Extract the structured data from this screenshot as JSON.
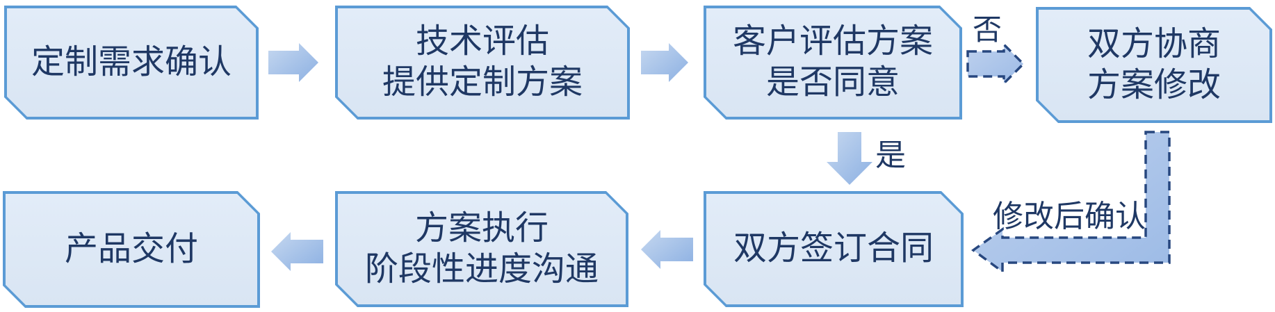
{
  "diagram": {
    "title": "custom-order-process-flowchart",
    "steps": [
      {
        "id": "requirement-confirmation",
        "line1": "定制需求确认",
        "line2": ""
      },
      {
        "id": "technical-evaluation",
        "line1": "技术评估",
        "line2": "提供定制方案"
      },
      {
        "id": "customer-evaluation",
        "line1": "客户评估方案",
        "line2": "是否同意"
      },
      {
        "id": "negotiation-modification",
        "line1": "双方协商",
        "line2": "方案修改"
      },
      {
        "id": "sign-contract",
        "line1": "双方签订合同",
        "line2": ""
      },
      {
        "id": "plan-execution",
        "line1": "方案执行",
        "line2": "阶段性进度沟通"
      },
      {
        "id": "product-delivery",
        "line1": "产品交付",
        "line2": ""
      }
    ],
    "edge_labels": {
      "no": "否",
      "yes": "是",
      "confirm_after_modification": "修改后确认"
    },
    "connectors": [
      {
        "from": "requirement-confirmation",
        "to": "technical-evaluation",
        "style": "solid-arrow",
        "label": ""
      },
      {
        "from": "technical-evaluation",
        "to": "customer-evaluation",
        "style": "solid-arrow",
        "label": ""
      },
      {
        "from": "customer-evaluation",
        "to": "negotiation-modification",
        "style": "dashed-arrow",
        "label": "否"
      },
      {
        "from": "customer-evaluation",
        "to": "sign-contract",
        "style": "solid-arrow",
        "label": "是"
      },
      {
        "from": "negotiation-modification",
        "to": "sign-contract",
        "style": "dashed-elbow-arrow",
        "label": "修改后确认"
      },
      {
        "from": "sign-contract",
        "to": "plan-execution",
        "style": "solid-arrow",
        "label": ""
      },
      {
        "from": "plan-execution",
        "to": "product-delivery",
        "style": "solid-arrow",
        "label": ""
      }
    ],
    "colors": {
      "box_fill": "#dbe7f4",
      "box_border": "#5b9bd5",
      "text": "#1f3864",
      "arrow_gradient_light": "#c3d6ef",
      "arrow_gradient_dark": "#8cb0e2",
      "dashed_fill": "#aec7ea",
      "dashed_stroke": "#27477f"
    }
  }
}
